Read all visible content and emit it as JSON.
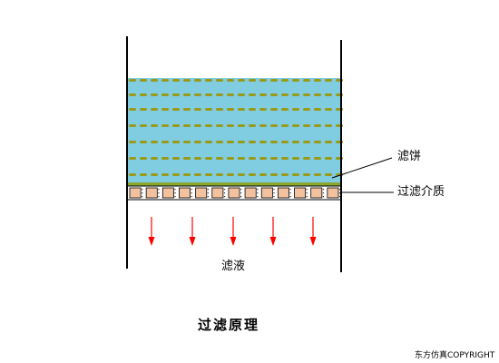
{
  "labels": {
    "filter_cake": "滤饼",
    "filter_medium": "过滤介质",
    "filtrate": "滤液"
  },
  "title": "过滤原理",
  "copyright": "东方仿真COPYRIGHT",
  "colors": {
    "slurry": "#80cce0",
    "cake_dash": "#9a9a1a",
    "cake_base": "#8aa830",
    "medium_cell": "#f2c29e",
    "medium_cell_alt": "#ffffff",
    "arrow": "#ff0000",
    "wall": "#000000"
  },
  "medium_cells": 13,
  "flow_arrows": 5,
  "cake_dash_rows": 7
}
